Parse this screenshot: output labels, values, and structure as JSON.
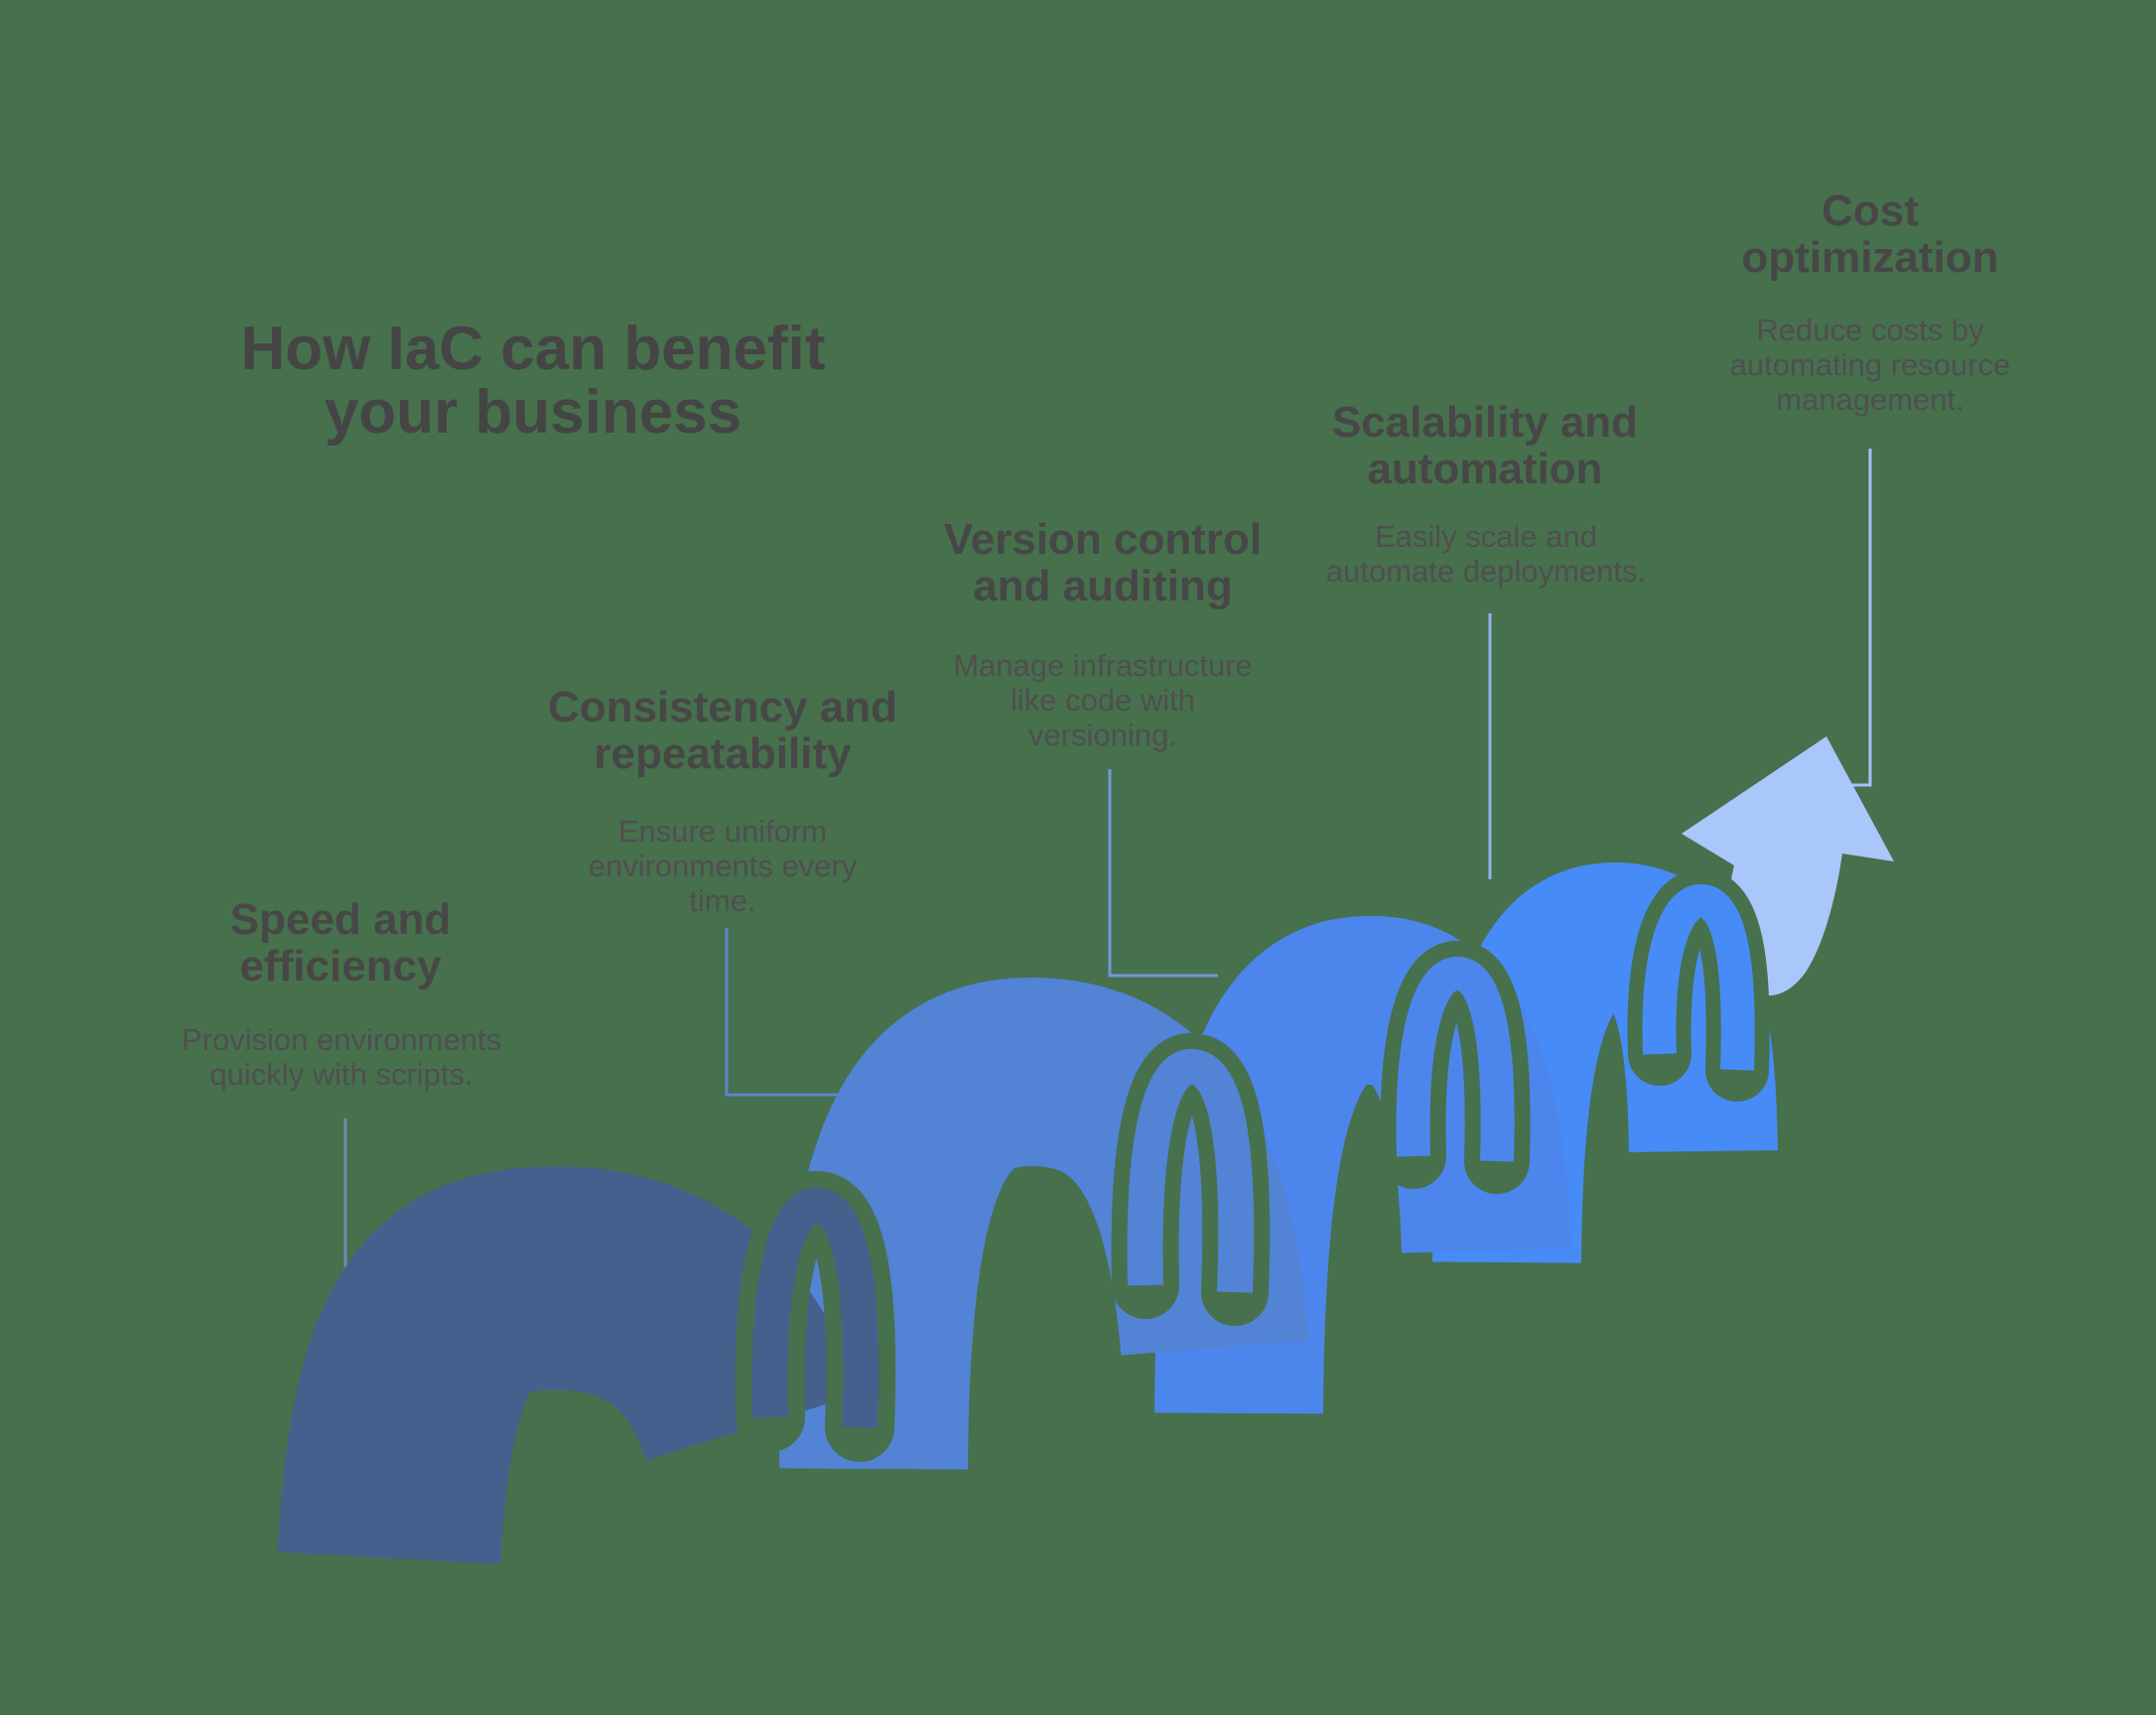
{
  "canvas": {
    "background_color": "#47704D",
    "title_color": "#454545",
    "heading_color": "#474747",
    "description_color": "#4F4F4F"
  },
  "title": {
    "text": "How IaC can benefit your business",
    "lines": [
      "How IaC can benefit",
      "your business"
    ]
  },
  "ribbon": {
    "gap_color": "#47704D",
    "arrow_color": "#A9C7FA",
    "wave_colors": [
      "#46608E",
      "#5383D5",
      "#4C86EC",
      "#478BF6"
    ]
  },
  "benefits": [
    {
      "step": 1,
      "heading": "Speed and efficiency",
      "heading_lines": [
        "Speed and",
        "efficiency"
      ],
      "description": "Provision environments quickly with scripts.",
      "desc_lines": [
        "Provision environments",
        "quickly with scripts."
      ],
      "ribbon_color": "#46608E",
      "connector_color": "#7189B8"
    },
    {
      "step": 2,
      "heading": "Consistency and repeatability",
      "heading_lines": [
        "Consistency and",
        "repeatability"
      ],
      "description": "Ensure uniform environments every time.",
      "desc_lines": [
        "Ensure uniform",
        "environments every",
        "time."
      ],
      "ribbon_color": "#5383D5",
      "connector_color": "#5E85CC"
    },
    {
      "step": 3,
      "heading": "Version control and auditing",
      "heading_lines": [
        "Version control",
        "and auditing"
      ],
      "description": "Manage infrastructure like code with versioning.",
      "desc_lines": [
        "Manage infrastructure",
        "like code with",
        "versioning."
      ],
      "ribbon_color": "#4C86EC",
      "connector_color": "#7097DD"
    },
    {
      "step": 4,
      "heading": "Scalability and automation",
      "heading_lines": [
        "Scalability and",
        "automation"
      ],
      "description": "Easily scale and automate deployments.",
      "desc_lines": [
        "Easily scale and",
        "automate deployments."
      ],
      "ribbon_color": "#478BF6",
      "connector_color": "#8FB4F0"
    },
    {
      "step": 5,
      "heading": "Cost optimization",
      "heading_lines": [
        "Cost",
        "optimization"
      ],
      "description": "Reduce costs by automating resource management.",
      "desc_lines": [
        "Reduce costs by",
        "automating resource",
        "management."
      ],
      "ribbon_color": "#A9C7FA",
      "connector_color": "#A3C3F7"
    }
  ]
}
